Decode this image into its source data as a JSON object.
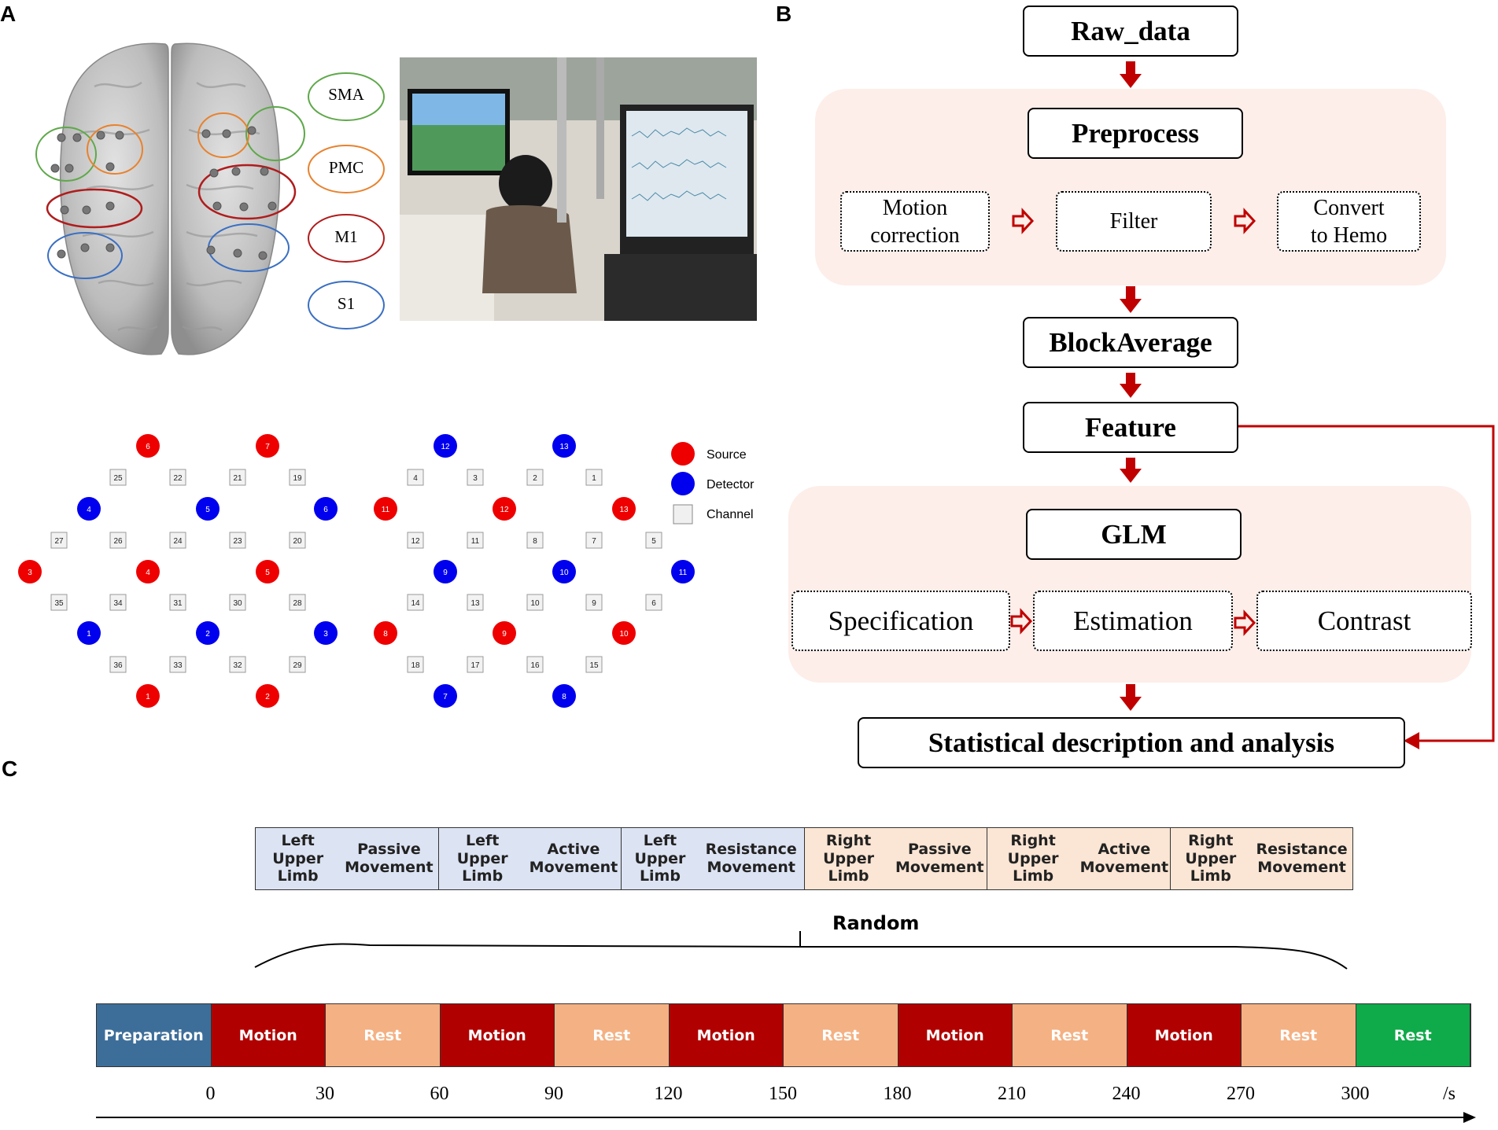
{
  "panel_labels": {
    "a": "A",
    "b": "B",
    "c": "C"
  },
  "regions": [
    {
      "label": "SMA",
      "color": "#5fa84a"
    },
    {
      "label": "PMC",
      "color": "#e8822e"
    },
    {
      "label": "M1",
      "color": "#b01c1c"
    },
    {
      "label": "S1",
      "color": "#3a6fc2"
    }
  ],
  "legend": {
    "source": "Source",
    "detector": "Detector",
    "channel": "Channel",
    "source_color": "#ee0000",
    "detector_color": "#0000ee"
  },
  "flow": {
    "raw": "Raw_data",
    "preprocess": "Preprocess",
    "pre_steps": [
      "Motion\ncorrection",
      "Filter",
      "Convert\nto Hemo"
    ],
    "blockavg": "BlockAverage",
    "feature": "Feature",
    "glm": "GLM",
    "glm_steps": [
      "Specification",
      "Estimation",
      "Contrast"
    ],
    "stat": "Statistical description and analysis",
    "arrow_color": "#c00000",
    "panel_color": "#fdeee9"
  },
  "conditions": [
    {
      "line1": "Left Upper Limb",
      "line2": "Passive Movement",
      "color": "#dce3f3"
    },
    {
      "line1": "Left Upper Limb",
      "line2": "Active Movement",
      "color": "#dce3f3"
    },
    {
      "line1": "Left Upper Limb",
      "line2": "Resistance Movement",
      "color": "#dce3f3"
    },
    {
      "line1": "Right Upper Limb",
      "line2": "Passive Movement",
      "color": "#fbe5d4"
    },
    {
      "line1": "Right Upper Limb",
      "line2": "Active Movement",
      "color": "#fbe5d4"
    },
    {
      "line1": "Right Upper Limb",
      "line2": "Resistance Movement",
      "color": "#fbe5d4"
    }
  ],
  "random_label": "Random",
  "timeline": {
    "segments": [
      {
        "label": "Preparation",
        "color": "#3d6e99"
      },
      {
        "label": "Motion",
        "color": "#b00000"
      },
      {
        "label": "Rest",
        "color": "#f4b183"
      },
      {
        "label": "Motion",
        "color": "#b00000"
      },
      {
        "label": "Rest",
        "color": "#f4b183"
      },
      {
        "label": "Motion",
        "color": "#b00000"
      },
      {
        "label": "Rest",
        "color": "#f4b183"
      },
      {
        "label": "Motion",
        "color": "#b00000"
      },
      {
        "label": "Rest",
        "color": "#f4b183"
      },
      {
        "label": "Motion",
        "color": "#b00000"
      },
      {
        "label": "Rest",
        "color": "#f4b183"
      },
      {
        "label": "Rest",
        "color": "#0faa4a"
      }
    ],
    "ticks": [
      "0",
      "30",
      "60",
      "90",
      "120",
      "150",
      "180",
      "210",
      "240",
      "270",
      "300"
    ],
    "unit": "/s"
  }
}
